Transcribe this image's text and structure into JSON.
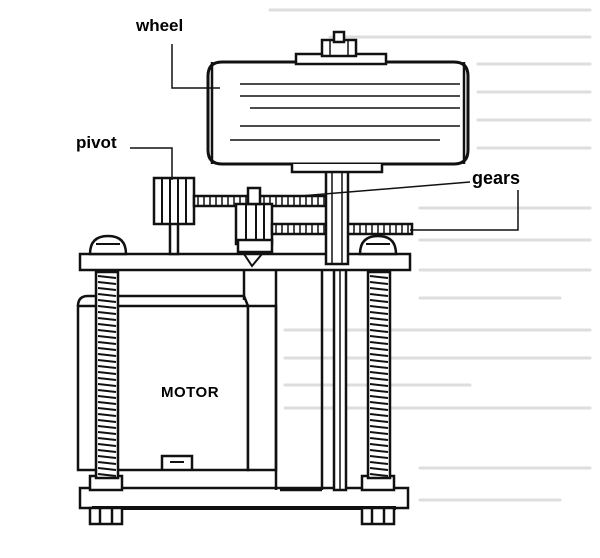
{
  "labels": {
    "wheel": "wheel",
    "pivot": "pivot",
    "gears": "gears",
    "motor": "MOTOR"
  },
  "colors": {
    "ink": "#111111",
    "background": "#ffffff",
    "faint_text": "#d6d6d6"
  }
}
